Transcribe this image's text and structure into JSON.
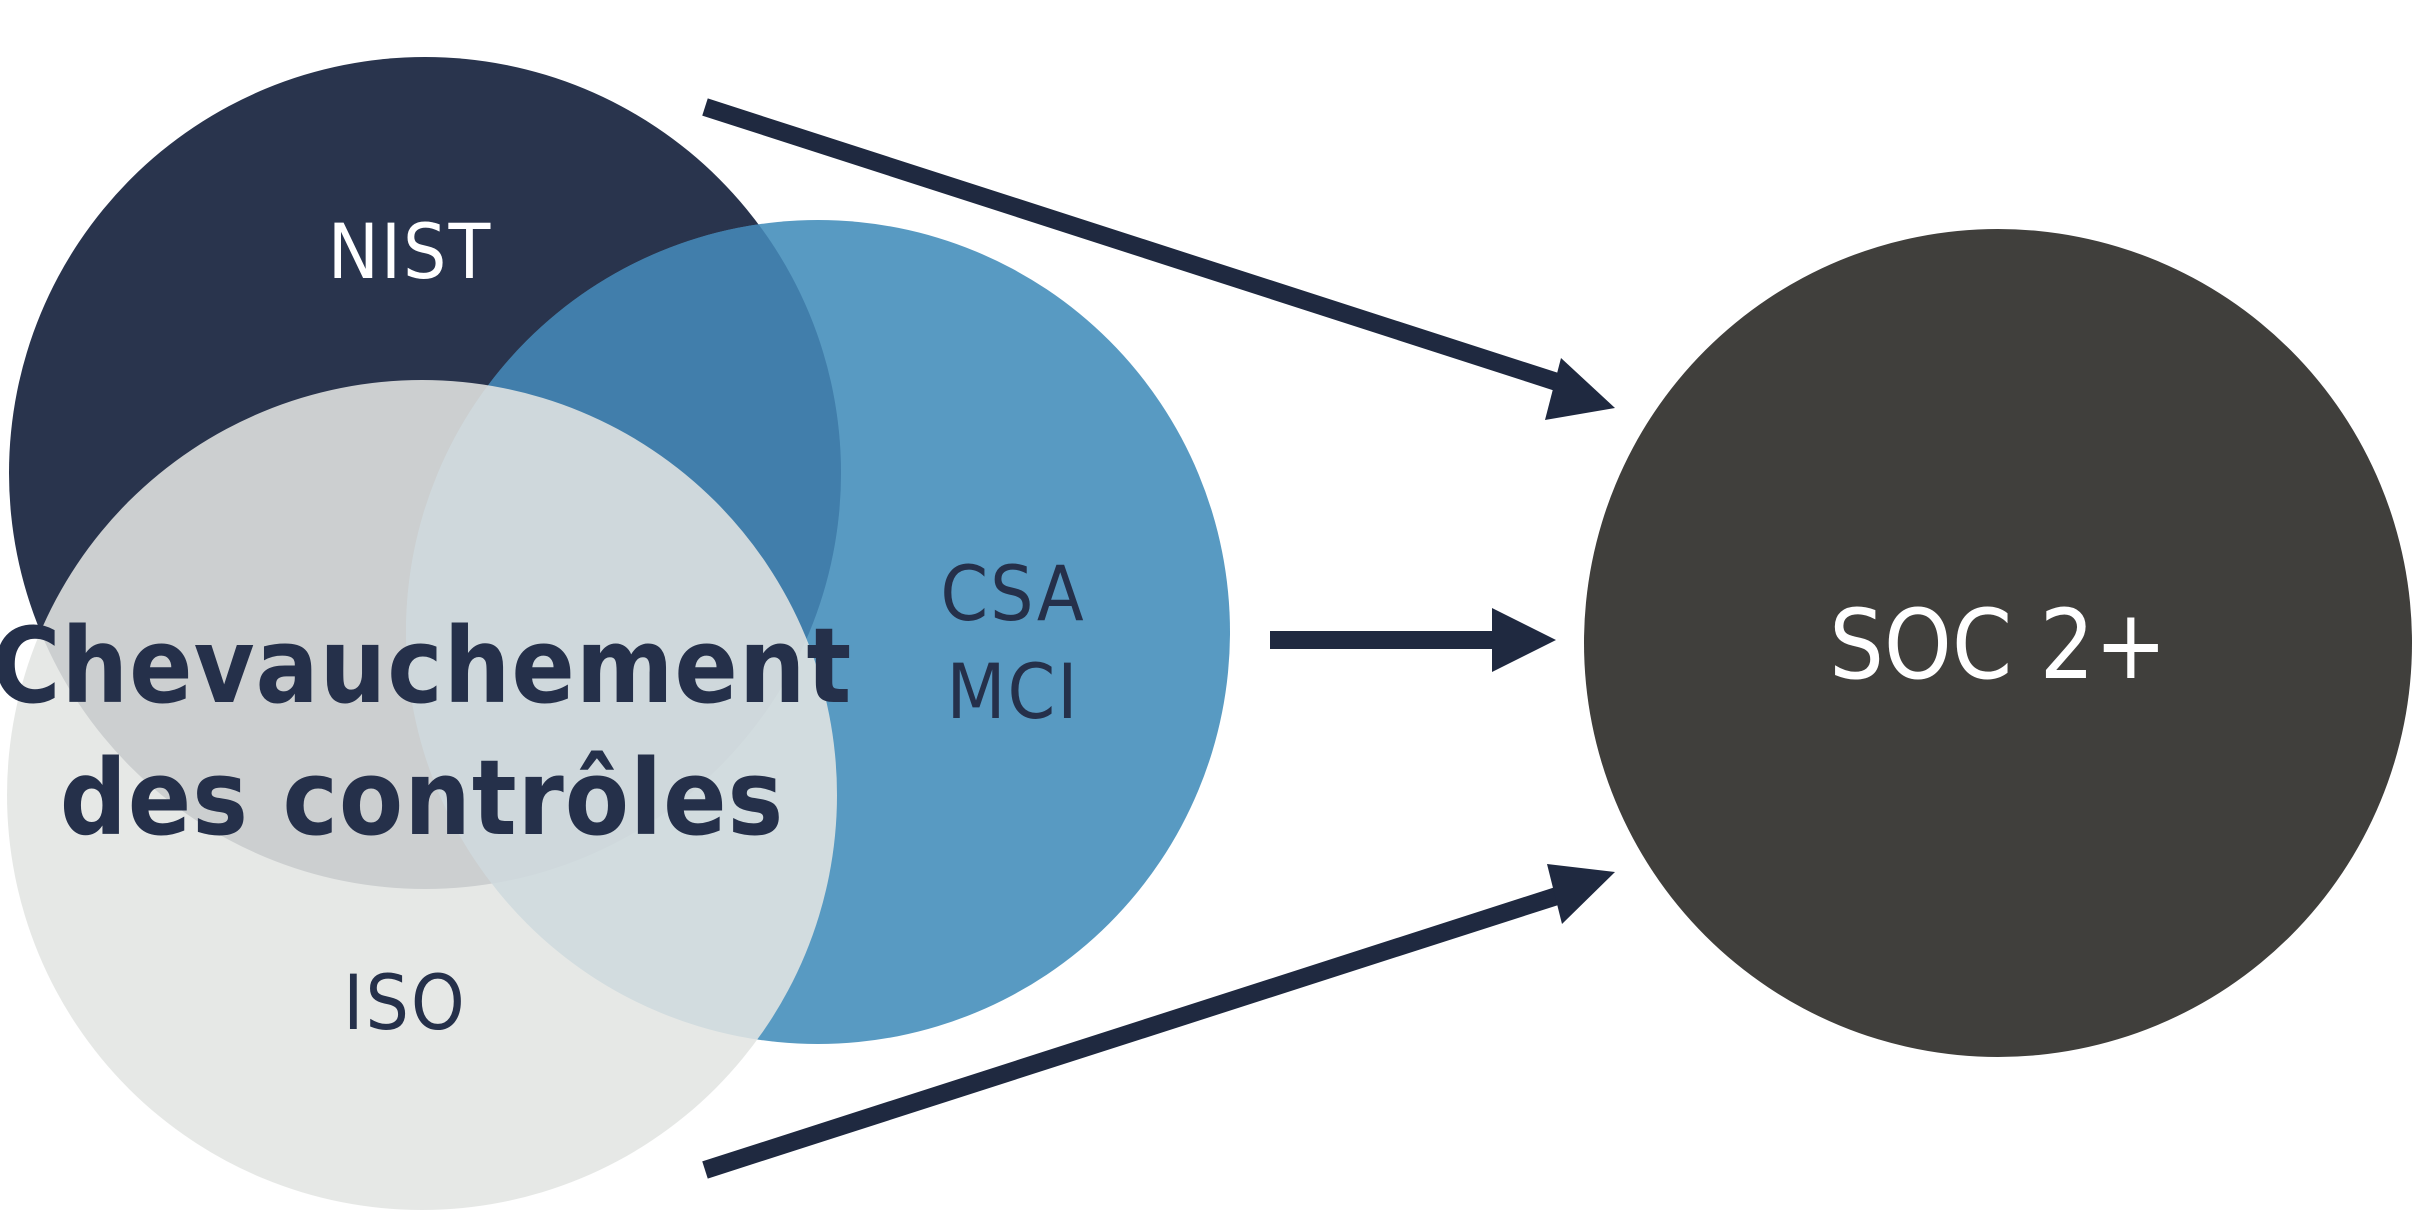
{
  "colors": {
    "nist": "#29344d",
    "csa": "#5196bf",
    "iso": "#e3e5e3",
    "soc": "#403f3c",
    "arrow": "#1f2940",
    "text_dark": "#25304a",
    "text_light": "#ffffff"
  },
  "circles": {
    "nist": {
      "label": "NIST"
    },
    "csa": {
      "label_line1": "CSA",
      "label_line2": "MCI"
    },
    "iso": {
      "label": "ISO"
    }
  },
  "overlap": {
    "line1": "Chevauchement",
    "line2": "des contrôles"
  },
  "target": {
    "label": "SOC 2+"
  }
}
